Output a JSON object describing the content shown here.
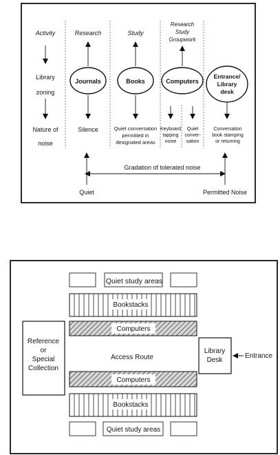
{
  "zoning": {
    "left_labels": {
      "activity": "Activity",
      "library_zoning": [
        "Library",
        "zoning"
      ],
      "nature_of_noise": [
        "Nature of",
        "noise"
      ]
    },
    "activities": {
      "journals": "Research",
      "books": "Study",
      "computers": [
        "Research",
        "Study",
        "Groupwork"
      ]
    },
    "zones": {
      "journals": "Journals",
      "books": "Books",
      "computers": "Computers",
      "entrance": [
        "Entrance/",
        "Library",
        "desk"
      ]
    },
    "noise": {
      "journals": "Silence",
      "books": [
        "Quiet conversation",
        "permitted in",
        "designated areas"
      ],
      "computers_keyboard": [
        "Keyboard",
        "tapping",
        "noise"
      ],
      "computers_quiet": [
        "Quiet",
        "conver-",
        "sation"
      ],
      "entrance": [
        "Conversation",
        "book stamping",
        "or returning"
      ]
    },
    "gradation": "Gradation of tolerated noise",
    "quiet": "Quiet",
    "permitted_noise": "Permitted Noise"
  },
  "layout": {
    "quiet_top": "Quiet study areas",
    "bookstacks_top": "Bookstacks",
    "computers_top": "Computers",
    "reference": [
      "Reference",
      "or",
      "Special",
      "Collection"
    ],
    "access_route": "Access Route",
    "library_desk": [
      "Library",
      "Desk"
    ],
    "entrance": "Entrance",
    "computers_bottom": "Computers",
    "bookstacks_bottom": "Bookstacks",
    "quiet_bottom": "Quiet study areas"
  }
}
